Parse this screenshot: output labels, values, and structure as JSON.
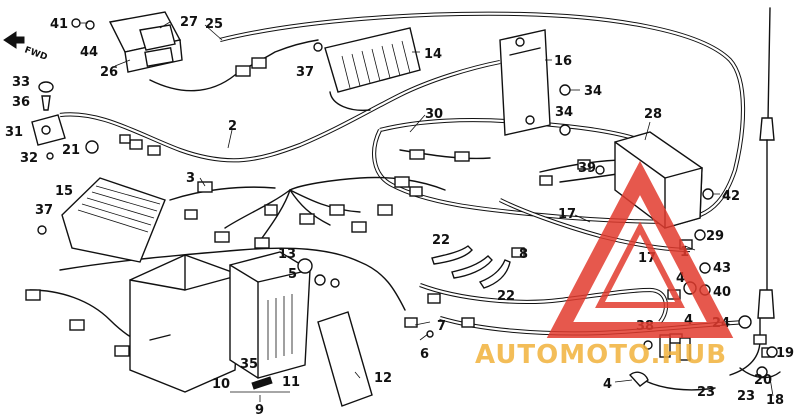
{
  "diagram": {
    "direction_label": "FWD",
    "callouts": [
      {
        "id": "c41",
        "text": "41"
      },
      {
        "id": "c44",
        "text": "44"
      },
      {
        "id": "c26",
        "text": "26"
      },
      {
        "id": "c27",
        "text": "27"
      },
      {
        "id": "c25",
        "text": "25"
      },
      {
        "id": "c37a",
        "text": "37"
      },
      {
        "id": "c14",
        "text": "14"
      },
      {
        "id": "c16",
        "text": "16"
      },
      {
        "id": "c34a",
        "text": "34"
      },
      {
        "id": "c34b",
        "text": "34"
      },
      {
        "id": "c33",
        "text": "33"
      },
      {
        "id": "c36",
        "text": "36"
      },
      {
        "id": "c31",
        "text": "31"
      },
      {
        "id": "c21",
        "text": "21"
      },
      {
        "id": "c32",
        "text": "32"
      },
      {
        "id": "c2",
        "text": "2"
      },
      {
        "id": "c30",
        "text": "30"
      },
      {
        "id": "c28",
        "text": "28"
      },
      {
        "id": "c39",
        "text": "39"
      },
      {
        "id": "c42",
        "text": "42"
      },
      {
        "id": "c15",
        "text": "15"
      },
      {
        "id": "c3",
        "text": "3"
      },
      {
        "id": "c37b",
        "text": "37"
      },
      {
        "id": "c17a",
        "text": "17"
      },
      {
        "id": "c29",
        "text": "29"
      },
      {
        "id": "c1",
        "text": "1"
      },
      {
        "id": "c22a",
        "text": "22"
      },
      {
        "id": "c13",
        "text": "13"
      },
      {
        "id": "c5",
        "text": "5"
      },
      {
        "id": "c8",
        "text": "8"
      },
      {
        "id": "c17b",
        "text": "17"
      },
      {
        "id": "c4a",
        "text": "4"
      },
      {
        "id": "c43",
        "text": "43"
      },
      {
        "id": "c40",
        "text": "40"
      },
      {
        "id": "c22b",
        "text": "22"
      },
      {
        "id": "c7",
        "text": "7"
      },
      {
        "id": "c6",
        "text": "6"
      },
      {
        "id": "c38",
        "text": "38"
      },
      {
        "id": "c4b",
        "text": "4"
      },
      {
        "id": "c24",
        "text": "24"
      },
      {
        "id": "c19",
        "text": "19"
      },
      {
        "id": "c35",
        "text": "35"
      },
      {
        "id": "c11",
        "text": "11"
      },
      {
        "id": "c10",
        "text": "10"
      },
      {
        "id": "c12",
        "text": "12"
      },
      {
        "id": "c9",
        "text": "9"
      },
      {
        "id": "c4c",
        "text": "4"
      },
      {
        "id": "c23a",
        "text": "23"
      },
      {
        "id": "c23b",
        "text": "23"
      },
      {
        "id": "c20",
        "text": "20"
      },
      {
        "id": "c18",
        "text": "18"
      }
    ]
  },
  "watermark": {
    "text": "AUTOMOTO.HUB",
    "triangle_color": "#e23b2e",
    "text_color": "#f1b23c"
  }
}
